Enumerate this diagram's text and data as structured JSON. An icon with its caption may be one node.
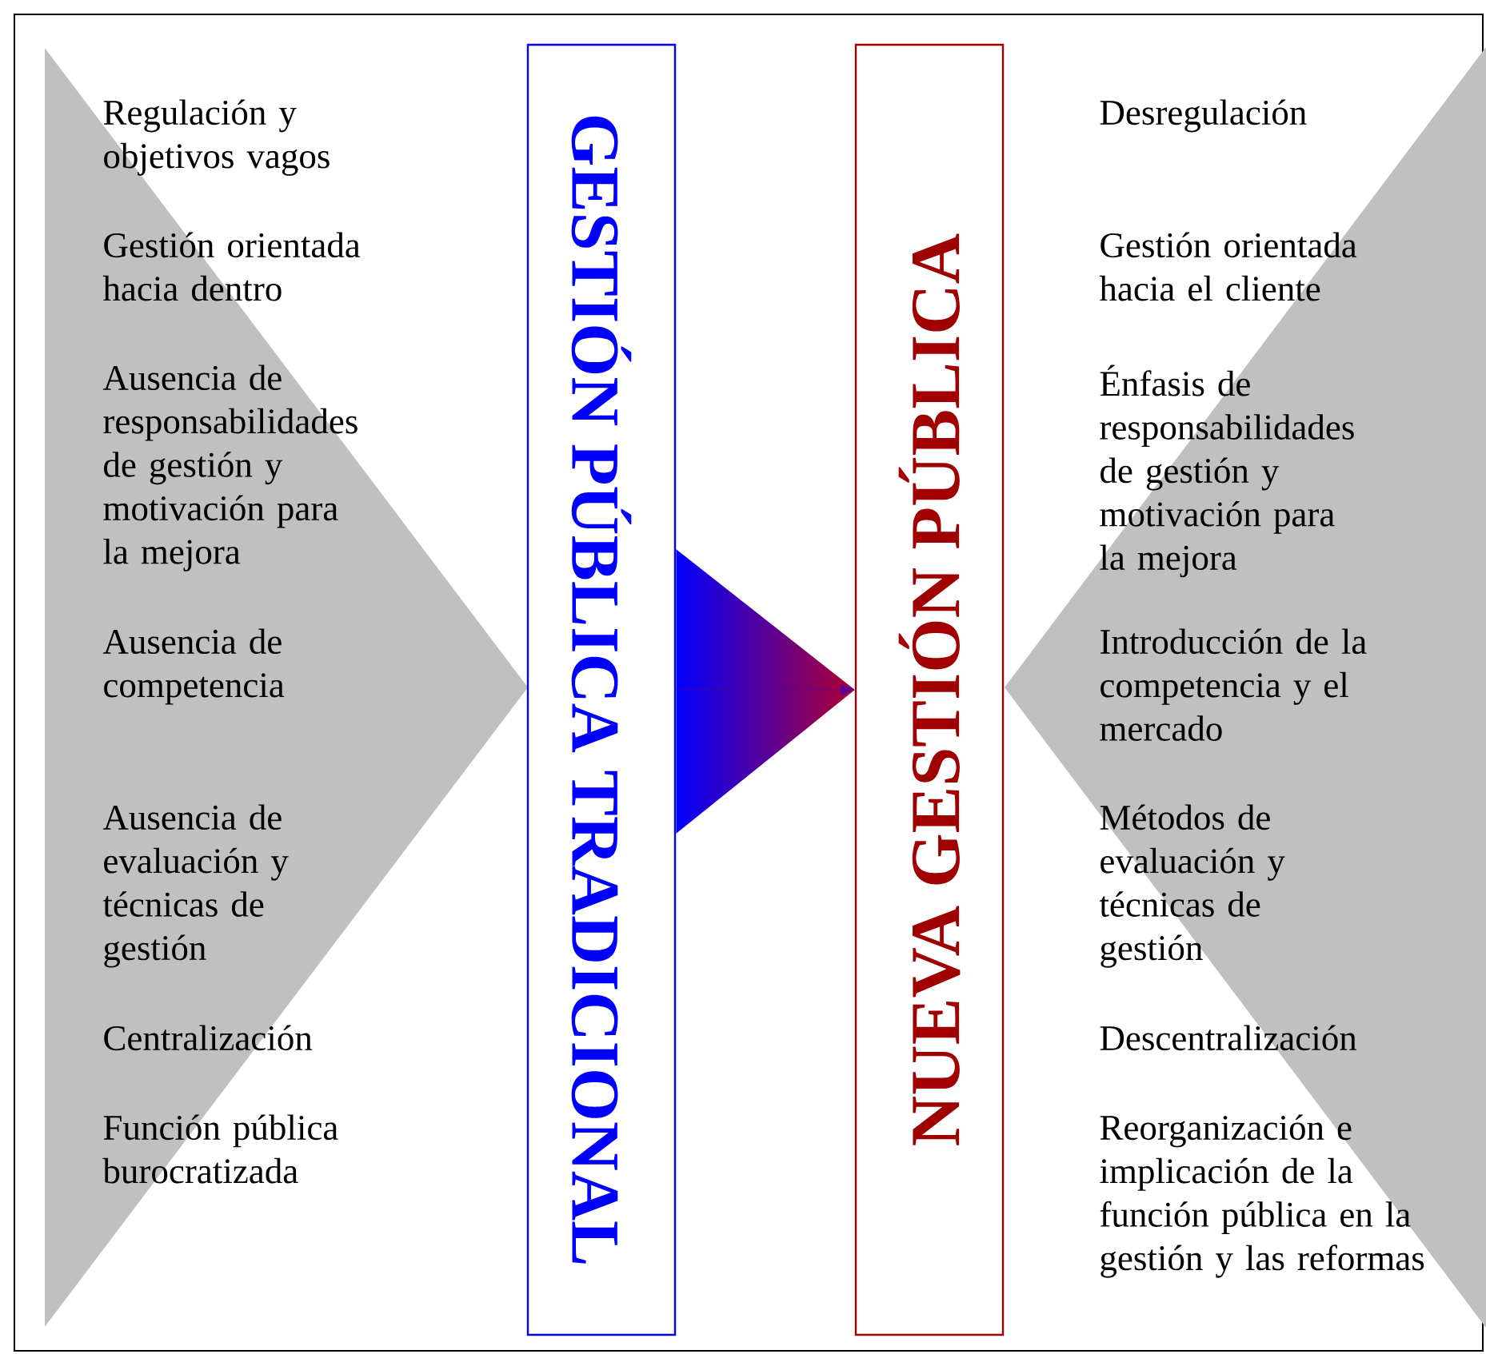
{
  "diagram": {
    "nodes": [
      {
        "text": [
          "Regulación y objetivos vagos",
          "Gestión orientada hacia dentro",
          "Ausencia de responsabilidades de gestión y motivación para la mejora",
          "Ausencia de competencia",
          "Ausencia de evaluación y técnicas de gestión",
          "Centralización",
          "Función pública burocratizada"
        ]
      },
      {
        "text": [
          "GESTIÓN PÚBLICA TRADICIONAL"
        ]
      },
      {
        "text": [
          "NUEVA GESTIÓN PÚBLICA"
        ]
      },
      {
        "text": [
          "Desregulación",
          "Gestión orientada hacia el cliente",
          "Énfasis de responsabilidades de gestión y motivación para la mejora",
          "Introducción de la competencia y el mercado",
          "Métodos de evaluación y técnicas de gestión",
          "Descentralización",
          "Reorganización e implicación de la función pública en la gestión y las reformas"
        ]
      }
    ],
    "edges": [
      {
        "from": 1,
        "to": 2,
        "arrow": "to"
      }
    ]
  }
}
